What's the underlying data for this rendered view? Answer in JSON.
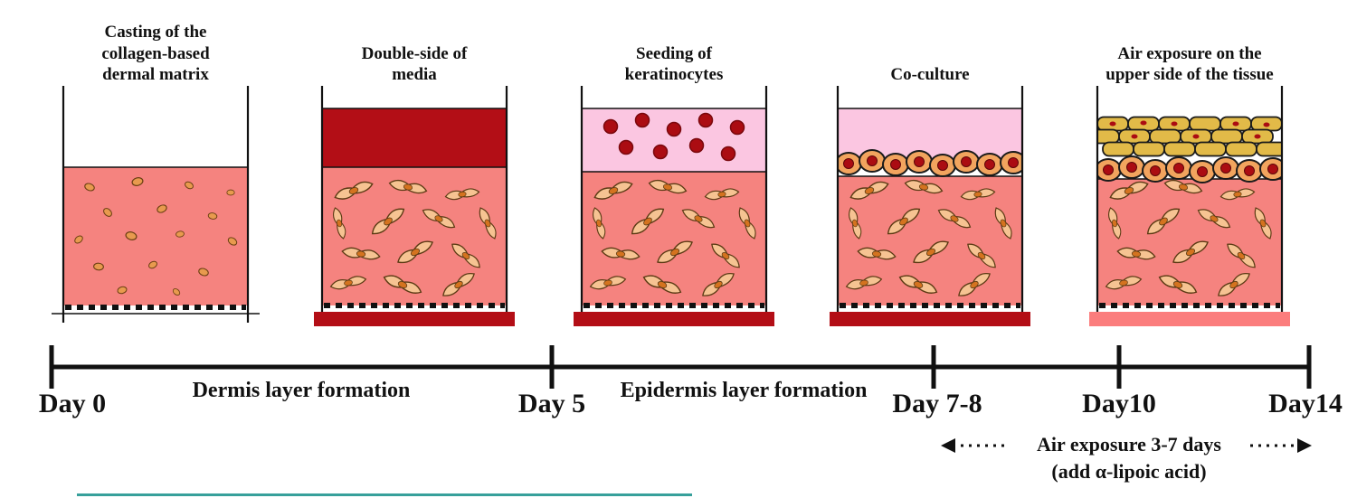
{
  "figure": {
    "stages": [
      {
        "title": "Casting of the collagen-based dermal matrix"
      },
      {
        "title": "Double-side of media"
      },
      {
        "title": "Seeding of keratinocytes"
      },
      {
        "title": "Co-culture"
      },
      {
        "title": "Air exposure on the upper side of the tissue"
      }
    ],
    "timeline": {
      "days": [
        {
          "label": "Day 0"
        },
        {
          "label": "Day 5"
        },
        {
          "label": "Day 7-8"
        },
        {
          "label": "Day10"
        },
        {
          "label": "Day14"
        }
      ],
      "phases": [
        {
          "label": "Dermis layer formation"
        },
        {
          "label": "Epidermis layer formation"
        }
      ],
      "air_exposure_label": "Air exposure 3-7 days",
      "additive_label": "(add α-lipoic acid)"
    },
    "colors": {
      "matrix_pink": "#F5837F",
      "media_dark_red": "#B30E16",
      "media_light_pink": "#FBC6E1",
      "keratinocyte_red": "#AB0C12",
      "bottom_strip_dark": "#B30E16",
      "bottom_strip_light": "#FB7D7D",
      "cornified_yellow": "#E2BA48",
      "fibroblast_body": "#F6C392",
      "fibroblast_nucleus": "#D4731F",
      "keratinocyte_cell_body": "#F2A45E"
    }
  }
}
